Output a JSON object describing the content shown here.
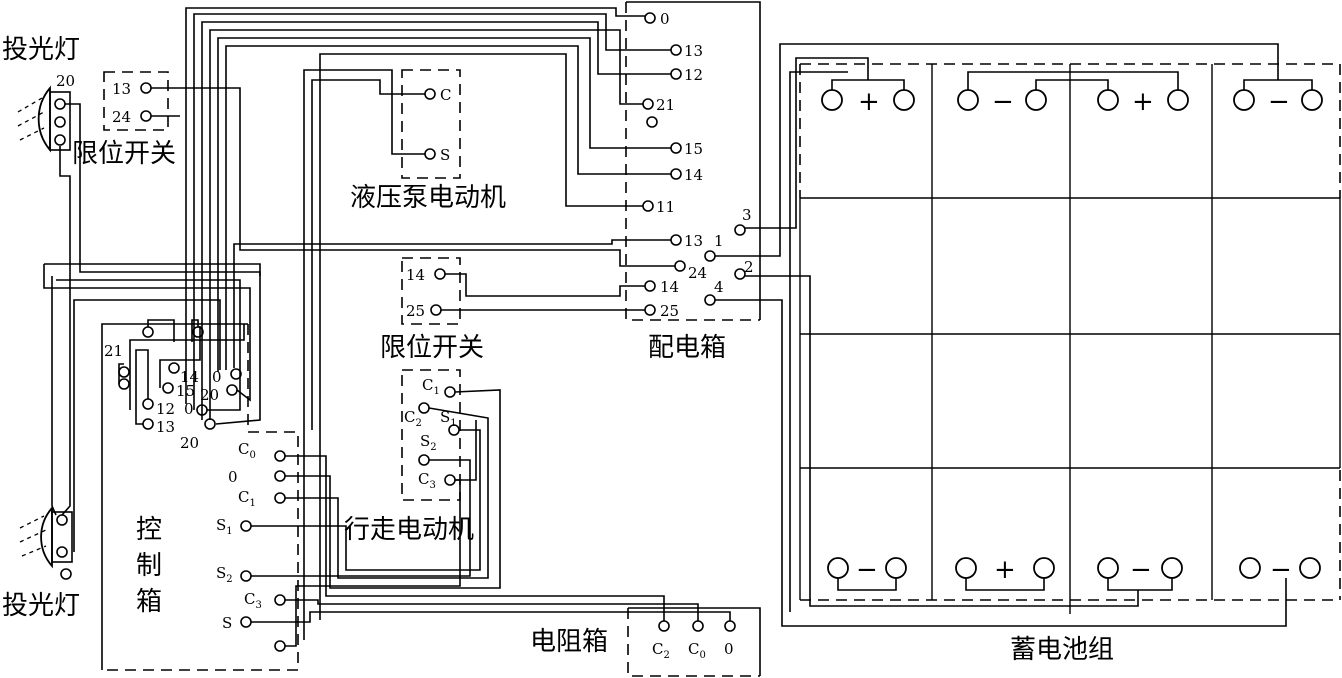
{
  "labels": {
    "lamp_top": "投光灯",
    "lamp_bottom": "投光灯",
    "limit_switch_1": "限位开关",
    "limit_switch_2": "限位开关",
    "pump_motor": "液压泵电动机",
    "distribution_box": "配电箱",
    "drive_motor": "行走电动机",
    "control_box": [
      "控",
      "制",
      "箱"
    ],
    "resistor_box": "电阻箱",
    "battery_pack": "蓄电池组"
  },
  "terminals": {
    "lamp_top_pin": "20",
    "limit1": [
      "13",
      "24"
    ],
    "pump": [
      "C",
      "S"
    ],
    "dist": [
      "0",
      "13",
      "12",
      "21",
      "15",
      "14",
      "11",
      "13",
      "24",
      "14",
      "25"
    ],
    "dist_bat": [
      "3",
      "1",
      "2",
      "4"
    ],
    "limit2": [
      "14",
      "25"
    ],
    "ctrl_top": [
      "21",
      "14",
      "0",
      "15",
      "20",
      "12",
      "0",
      "13",
      "20"
    ],
    "ctrl_right": {
      "c0": {
        "base": "C",
        "sub": "0"
      },
      "zero": "0",
      "c1": {
        "base": "C",
        "sub": "1"
      },
      "s1": {
        "base": "S",
        "sub": "1"
      },
      "s2": {
        "base": "S",
        "sub": "2"
      },
      "c3": {
        "base": "C",
        "sub": "3"
      },
      "s": "S"
    },
    "motor": {
      "c1": {
        "base": "C",
        "sub": "1"
      },
      "c2": {
        "base": "C",
        "sub": "2"
      },
      "s1": {
        "base": "S",
        "sub": "1"
      },
      "s2": {
        "base": "S",
        "sub": "2"
      },
      "c3": {
        "base": "C",
        "sub": "3"
      }
    },
    "resistor": {
      "c2": {
        "base": "C",
        "sub": "2"
      },
      "c0": {
        "base": "C",
        "sub": "0"
      },
      "zero": "0"
    }
  },
  "battery_signs": {
    "top": [
      "+",
      "−",
      "+",
      "−"
    ],
    "bottom": [
      "−",
      "+",
      "−",
      "−"
    ]
  }
}
